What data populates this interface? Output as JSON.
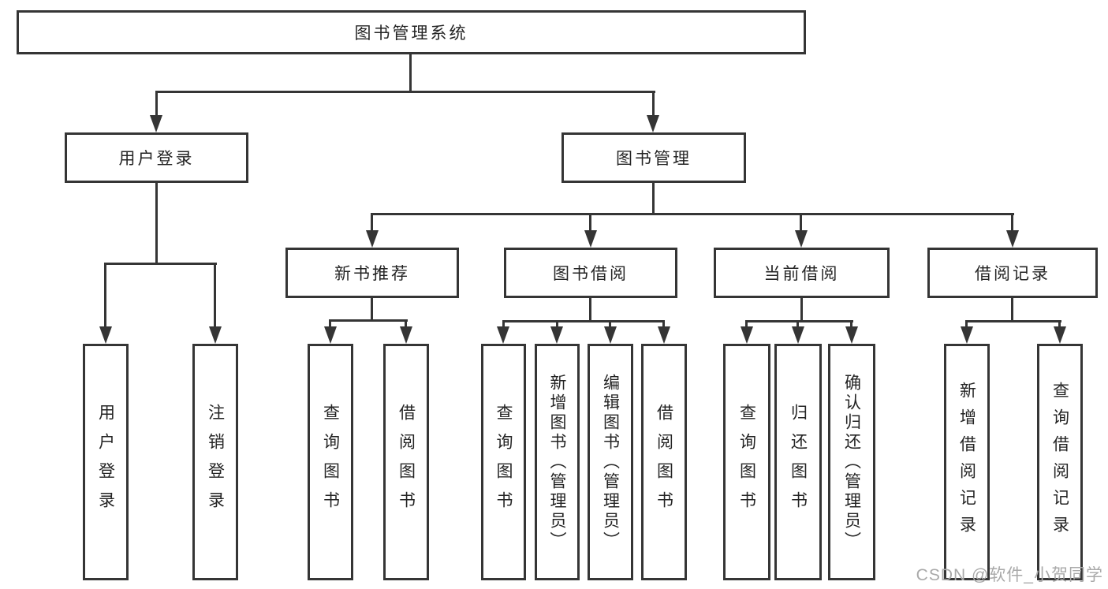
{
  "colors": {
    "line": "#353535",
    "text": "#242424",
    "background": "#ffffff",
    "watermark": "#a9a9a9"
  },
  "tree": {
    "root": {
      "label": "图书管理系统"
    },
    "level2": [
      {
        "label": "用户登录"
      },
      {
        "label": "图书管理"
      }
    ],
    "level3": [
      {
        "label": "新书推荐"
      },
      {
        "label": "图书借阅"
      },
      {
        "label": "当前借阅"
      },
      {
        "label": "借阅记录"
      }
    ],
    "leaves": {
      "user_login": [
        {
          "label": "用户登录"
        },
        {
          "label": "注销登录"
        }
      ],
      "new_book": [
        {
          "label": "查询图书"
        },
        {
          "label": "借阅图书"
        }
      ],
      "book_borrow": [
        {
          "label": "查询图书"
        },
        {
          "label": "新增图书（管理员）"
        },
        {
          "label": "编辑图书（管理员）"
        },
        {
          "label": "借阅图书"
        }
      ],
      "current_borrow": [
        {
          "label": "查询图书"
        },
        {
          "label": "归还图书"
        },
        {
          "label": "确认归还（管理员）"
        }
      ],
      "borrow_record": [
        {
          "label": "新增借阅记录"
        },
        {
          "label": "查询借阅记录"
        }
      ]
    }
  },
  "watermark": {
    "text": "CSDN @软件_小贺同学"
  }
}
